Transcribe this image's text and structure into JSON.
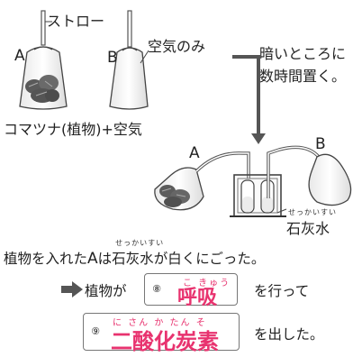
{
  "labels": {
    "straw": "ストロー",
    "a_top": "A",
    "b_top": "B",
    "air_only": "空気のみ",
    "instruction_line1": "暗いところに",
    "instruction_line2": "数時間置く。",
    "komatsuna": "コマツナ(植物)+空気",
    "a_bottom": "A",
    "b_bottom": "B",
    "limewater_ruby": "せっかいすい",
    "limewater": "石灰水"
  },
  "conclusion": {
    "sentence_prefix": "植物を入れた",
    "sentence_a": "A",
    "sentence_ha": "は",
    "sentence_ruby": "せっかいすい",
    "sentence_limewater": "石灰水",
    "sentence_suffix": "が白くにごった。",
    "line2_prefix": "植物が",
    "line2_suffix": "を行って",
    "line3_suffix": "を出した。"
  },
  "answers": {
    "a8_number": "⑧",
    "a8_ruby": "こ きゅう",
    "a8_text": "呼吸",
    "a9_number": "⑨",
    "a9_ruby": "に さん か たん そ",
    "a9_text": "二酸化炭素"
  },
  "colors": {
    "answer": "#e8336f",
    "arrow": "#555555",
    "bag_fill": "#ffffff",
    "plant": "#666666"
  },
  "icons": {
    "arrow_right": "right-arrow-icon"
  }
}
